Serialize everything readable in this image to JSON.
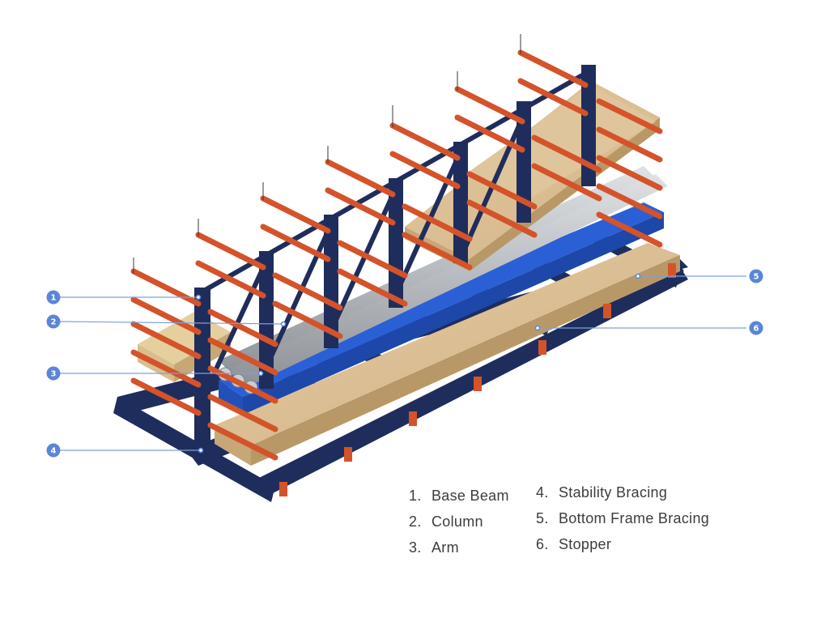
{
  "callouts": [
    {
      "number": "1"
    },
    {
      "number": "2"
    },
    {
      "number": "3"
    },
    {
      "number": "4"
    },
    {
      "number": "5"
    },
    {
      "number": "6"
    }
  ],
  "legend": {
    "left": [
      {
        "num": "1.",
        "label": "Base Beam"
      },
      {
        "num": "2.",
        "label": "Column"
      },
      {
        "num": "3.",
        "label": "Arm"
      }
    ],
    "right": [
      {
        "num": "4.",
        "label": "Stability Bracing"
      },
      {
        "num": "5.",
        "label": "Bottom Frame Bracing"
      },
      {
        "num": "6.",
        "label": "Stopper"
      }
    ]
  },
  "colors": {
    "frame_navy": "#1f2d5c",
    "arm_orange": "#d4532a",
    "wood": "#d9bd92",
    "pipe_grey": "#b8bcc0",
    "box_blue": "#2b5fd6",
    "callout_blue": "#5b86d6"
  }
}
